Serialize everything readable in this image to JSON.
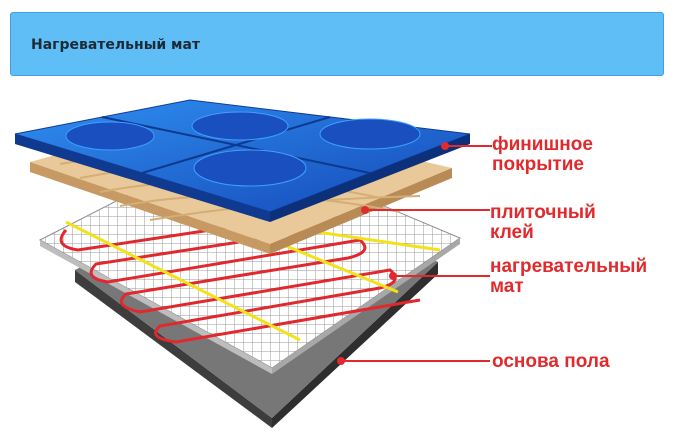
{
  "header": {
    "title": "Нагревательный мат"
  },
  "diagram": {
    "labels": {
      "finish_1": "финишное",
      "finish_2": "покрытие",
      "glue_1": "плиточный",
      "glue_2": "клей",
      "mat_1": "нагревательный",
      "mat_2": "мат",
      "base": "основа пола"
    },
    "colors": {
      "label": "#e02a2e",
      "header": "#5fbef6",
      "tile": "#1f6fd6",
      "glue": "#e9c99a",
      "cable": "#e0282d",
      "wire": "#f2e21a",
      "base": "#6b6b6b"
    }
  }
}
